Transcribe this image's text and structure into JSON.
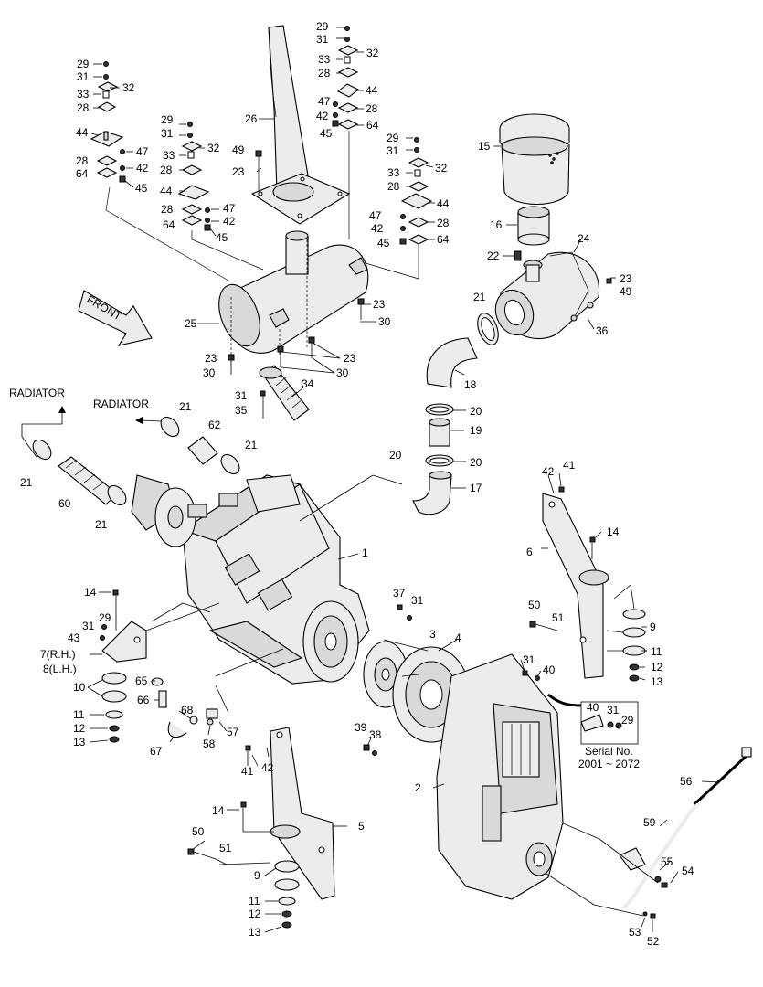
{
  "texts": {
    "radiator_1": "RADIATOR",
    "radiator_2": "RADIATOR",
    "front": "FRONT",
    "rh": "7(R.H.)",
    "lh": "8(L.H.)",
    "serial_title": "Serial No.",
    "serial_range": "2001 ~ 2072"
  },
  "callouts": [
    {
      "id": "c1",
      "t": "29"
    },
    {
      "id": "c2",
      "t": "31"
    },
    {
      "id": "c3",
      "t": "32"
    },
    {
      "id": "c4",
      "t": "33"
    },
    {
      "id": "c5",
      "t": "28"
    },
    {
      "id": "c6",
      "t": "44"
    },
    {
      "id": "c7",
      "t": "47"
    },
    {
      "id": "c8",
      "t": "42"
    },
    {
      "id": "c9",
      "t": "28"
    },
    {
      "id": "c10",
      "t": "64"
    },
    {
      "id": "c11",
      "t": "45"
    },
    {
      "id": "c12",
      "t": "29"
    },
    {
      "id": "c13",
      "t": "31"
    },
    {
      "id": "c14",
      "t": "32"
    },
    {
      "id": "c15",
      "t": "33"
    },
    {
      "id": "c16",
      "t": "28"
    },
    {
      "id": "c17",
      "t": "44"
    },
    {
      "id": "c18",
      "t": "28"
    },
    {
      "id": "c19",
      "t": "47"
    },
    {
      "id": "c20",
      "t": "42"
    },
    {
      "id": "c21",
      "t": "64"
    },
    {
      "id": "c22",
      "t": "45"
    },
    {
      "id": "c23",
      "t": "29"
    },
    {
      "id": "c24",
      "t": "31"
    },
    {
      "id": "c25",
      "t": "32"
    },
    {
      "id": "c26",
      "t": "33"
    },
    {
      "id": "c27",
      "t": "28"
    },
    {
      "id": "c28",
      "t": "44"
    },
    {
      "id": "c29",
      "t": "47"
    },
    {
      "id": "c30",
      "t": "28"
    },
    {
      "id": "c31",
      "t": "42"
    },
    {
      "id": "c32",
      "t": "45"
    },
    {
      "id": "c33",
      "t": "64"
    },
    {
      "id": "c34",
      "t": "26"
    },
    {
      "id": "c35",
      "t": "49"
    },
    {
      "id": "c36",
      "t": "23"
    },
    {
      "id": "c37",
      "t": "29"
    },
    {
      "id": "c38",
      "t": "31"
    },
    {
      "id": "c39",
      "t": "32"
    },
    {
      "id": "c40",
      "t": "33"
    },
    {
      "id": "c41",
      "t": "28"
    },
    {
      "id": "c42",
      "t": "44"
    },
    {
      "id": "c43",
      "t": "47"
    },
    {
      "id": "c44",
      "t": "42"
    },
    {
      "id": "c45",
      "t": "28"
    },
    {
      "id": "c46",
      "t": "45"
    },
    {
      "id": "c47",
      "t": "64"
    },
    {
      "id": "c48",
      "t": "15"
    },
    {
      "id": "c49",
      "t": "16"
    },
    {
      "id": "c50",
      "t": "22"
    },
    {
      "id": "c51",
      "t": "24"
    },
    {
      "id": "c52",
      "t": "23"
    },
    {
      "id": "c53",
      "t": "49"
    },
    {
      "id": "c54",
      "t": "36"
    },
    {
      "id": "c55",
      "t": "21"
    },
    {
      "id": "c56",
      "t": "25"
    },
    {
      "id": "c57",
      "t": "23"
    },
    {
      "id": "c58",
      "t": "30"
    },
    {
      "id": "c59",
      "t": "23"
    },
    {
      "id": "c60",
      "t": "30"
    },
    {
      "id": "c61",
      "t": "23"
    },
    {
      "id": "c62",
      "t": "30"
    },
    {
      "id": "c63",
      "t": "18"
    },
    {
      "id": "c64",
      "t": "34"
    },
    {
      "id": "c65",
      "t": "31"
    },
    {
      "id": "c66",
      "t": "35"
    },
    {
      "id": "c67",
      "t": "20"
    },
    {
      "id": "c68",
      "t": "19"
    },
    {
      "id": "c69",
      "t": "20"
    },
    {
      "id": "c70",
      "t": "17"
    },
    {
      "id": "c71",
      "t": "21"
    },
    {
      "id": "c72",
      "t": "62"
    },
    {
      "id": "c73",
      "t": "21"
    },
    {
      "id": "c74",
      "t": "21"
    },
    {
      "id": "c75",
      "t": "60"
    },
    {
      "id": "c76",
      "t": "21"
    },
    {
      "id": "c77",
      "t": "20"
    },
    {
      "id": "c78",
      "t": "42"
    },
    {
      "id": "c79",
      "t": "41"
    },
    {
      "id": "c80",
      "t": "14"
    },
    {
      "id": "c81",
      "t": "6"
    },
    {
      "id": "c82",
      "t": "1"
    },
    {
      "id": "c83",
      "t": "14"
    },
    {
      "id": "c84",
      "t": "29"
    },
    {
      "id": "c85",
      "t": "31"
    },
    {
      "id": "c86",
      "t": "43"
    },
    {
      "id": "c87",
      "t": "37"
    },
    {
      "id": "c88",
      "t": "31"
    },
    {
      "id": "c89",
      "t": "50"
    },
    {
      "id": "c90",
      "t": "51"
    },
    {
      "id": "c91",
      "t": "9"
    },
    {
      "id": "c92",
      "t": "11"
    },
    {
      "id": "c93",
      "t": "12"
    },
    {
      "id": "c94",
      "t": "13"
    },
    {
      "id": "c95",
      "t": "3"
    },
    {
      "id": "c96",
      "t": "4"
    },
    {
      "id": "c97",
      "t": "31"
    },
    {
      "id": "c98",
      "t": "40"
    },
    {
      "id": "c99",
      "t": "10"
    },
    {
      "id": "c100",
      "t": "65"
    },
    {
      "id": "c101",
      "t": "66"
    },
    {
      "id": "c102",
      "t": "68"
    },
    {
      "id": "c103",
      "t": "11"
    },
    {
      "id": "c104",
      "t": "12"
    },
    {
      "id": "c105",
      "t": "13"
    },
    {
      "id": "c106",
      "t": "67"
    },
    {
      "id": "c107",
      "t": "58"
    },
    {
      "id": "c108",
      "t": "57"
    },
    {
      "id": "c109",
      "t": "40"
    },
    {
      "id": "c110",
      "t": "31"
    },
    {
      "id": "c111",
      "t": "29"
    },
    {
      "id": "c112",
      "t": "39"
    },
    {
      "id": "c113",
      "t": "38"
    },
    {
      "id": "c114",
      "t": "41"
    },
    {
      "id": "c115",
      "t": "42"
    },
    {
      "id": "c116",
      "t": "2"
    },
    {
      "id": "c117",
      "t": "56"
    },
    {
      "id": "c118",
      "t": "14"
    },
    {
      "id": "c119",
      "t": "5"
    },
    {
      "id": "c120",
      "t": "59"
    },
    {
      "id": "c121",
      "t": "50"
    },
    {
      "id": "c122",
      "t": "51"
    },
    {
      "id": "c123",
      "t": "55"
    },
    {
      "id": "c124",
      "t": "54"
    },
    {
      "id": "c125",
      "t": "9"
    },
    {
      "id": "c126",
      "t": "11"
    },
    {
      "id": "c127",
      "t": "12"
    },
    {
      "id": "c128",
      "t": "13"
    },
    {
      "id": "c129",
      "t": "53"
    },
    {
      "id": "c130",
      "t": "52"
    }
  ]
}
